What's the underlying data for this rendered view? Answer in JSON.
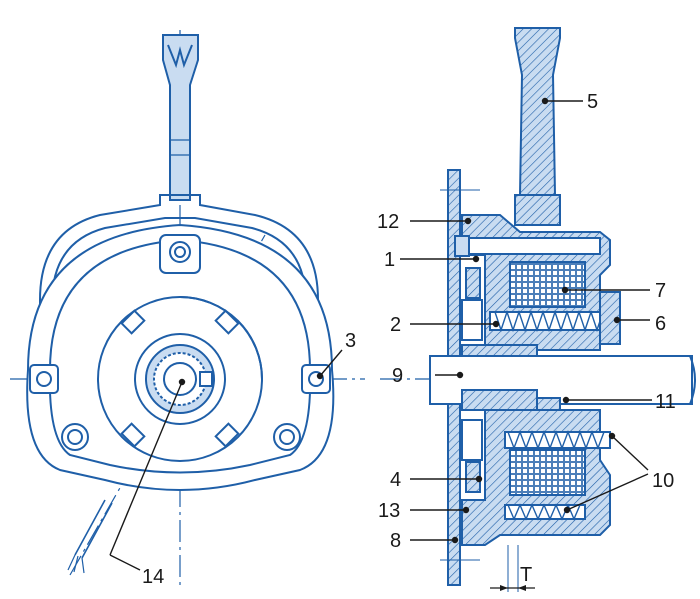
{
  "diagram": {
    "line_color": "#1f5fa8",
    "fill_color": "#c9dcf1",
    "hatch_color": "#1f5fa8",
    "leader_color": "#1a1a1a",
    "watermark_color": "#d6e6f6",
    "labels": {
      "l1": "1",
      "l2": "2",
      "l3": "3",
      "l4": "4",
      "l5": "5",
      "l6": "6",
      "l7": "7",
      "l8": "8",
      "l9": "9",
      "l10": "10",
      "l11": "11",
      "l12": "12",
      "l13": "13",
      "l14": "14",
      "lT": "T"
    }
  }
}
